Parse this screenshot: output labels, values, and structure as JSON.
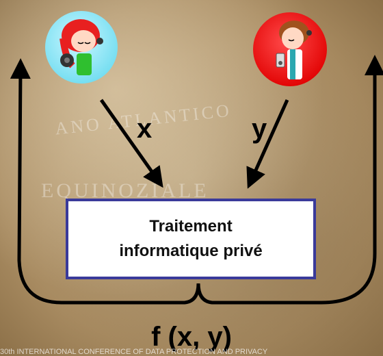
{
  "process_box": {
    "label": "Traitement\ninformatique privé"
  },
  "inputs": {
    "x_label": "x",
    "y_label": "y"
  },
  "output": {
    "label": "f (x, y)"
  },
  "background_map": {
    "ocean": "ANO ATLANTICO",
    "equinox": "EQUINOZIALE"
  },
  "footer": {
    "text": "30th INTERNATIONAL CONFERENCE OF DATA PROTECTION AND PRIVACY"
  },
  "colors": {
    "box_border": "#3a3a9a",
    "left_circle": "#6fdcf0",
    "right_circle": "#e00000",
    "arrow": "#000000"
  },
  "icons": {
    "left_person": "girl-with-headphones-icon",
    "right_person": "boy-with-music-player-icon"
  }
}
